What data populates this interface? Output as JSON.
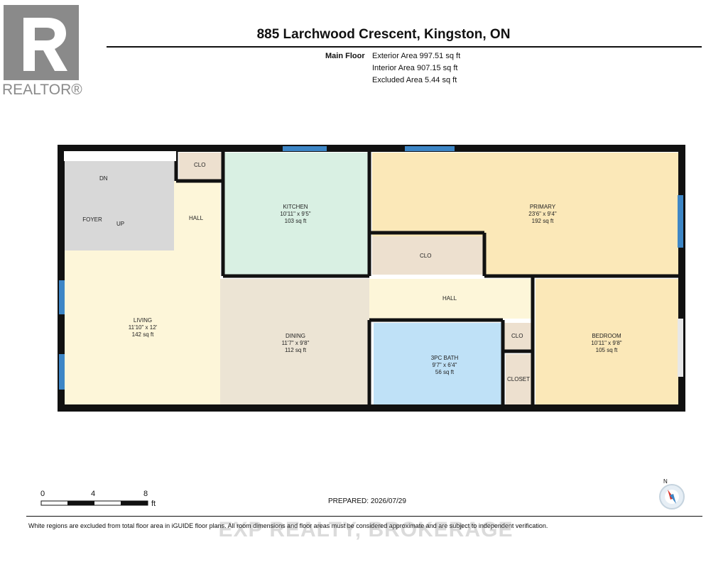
{
  "branding": {
    "logo_text": "REALTOR®"
  },
  "header": {
    "title": "885 Larchwood Crescent, Kingston, ON",
    "floor_label": "Main Floor",
    "exterior_area": "Exterior Area 997.51 sq ft",
    "interior_area": "Interior Area 907.15 sq ft",
    "excluded_area": "Excluded Area 5.44 sq ft"
  },
  "rooms": {
    "foyer": {
      "name": "FOYER"
    },
    "dn": {
      "name": "DN"
    },
    "up": {
      "name": "UP"
    },
    "hall_left": {
      "name": "HALL"
    },
    "clo_top": {
      "name": "CLO"
    },
    "kitchen": {
      "name": "KITCHEN",
      "dims": "10'11\" x 9'5\"",
      "area": "103 sq ft"
    },
    "primary": {
      "name": "PRIMARY",
      "dims": "23'6\" x 9'4\"",
      "area": "192 sq ft"
    },
    "clo_primary": {
      "name": "CLO"
    },
    "living": {
      "name": "LIVING",
      "dims": "11'10\" x 12'",
      "area": "142 sq ft"
    },
    "dining": {
      "name": "DINING",
      "dims": "11'7\" x 9'8\"",
      "area": "112 sq ft"
    },
    "hall_center": {
      "name": "HALL"
    },
    "bath": {
      "name": "3PC BATH",
      "dims": "9'7\" x 6'4\"",
      "area": "56 sq ft"
    },
    "clo_small": {
      "name": "CLO"
    },
    "closet": {
      "name": "CLOSET"
    },
    "bedroom": {
      "name": "BEDROOM",
      "dims": "10'11\" x 9'8\"",
      "area": "105 sq ft"
    }
  },
  "colors": {
    "wall": "#111111",
    "window": "#3d86c6",
    "foyer": "#d8d8d8",
    "kitchen": "#d9f0e3",
    "primary": "#fbe8b8",
    "closet": "#ede0cf",
    "living": "#fdf6d9",
    "dining": "#ece4d4",
    "hall": "#fdf6d9",
    "bath": "#bfe1f7",
    "bedroom": "#fbe8b8"
  },
  "scale": {
    "labels": [
      "0",
      "4",
      "8"
    ],
    "unit": "ft"
  },
  "footer": {
    "prepared": "PREPARED: 2026/07/29",
    "disclaimer": "White regions are excluded from total floor area in iGUIDE floor plans. All room dimensions and floor areas must be considered approximate and are subject to independent verification.",
    "watermark": "EXP REALTY, BROKERAGE",
    "compass_letter": "N"
  }
}
